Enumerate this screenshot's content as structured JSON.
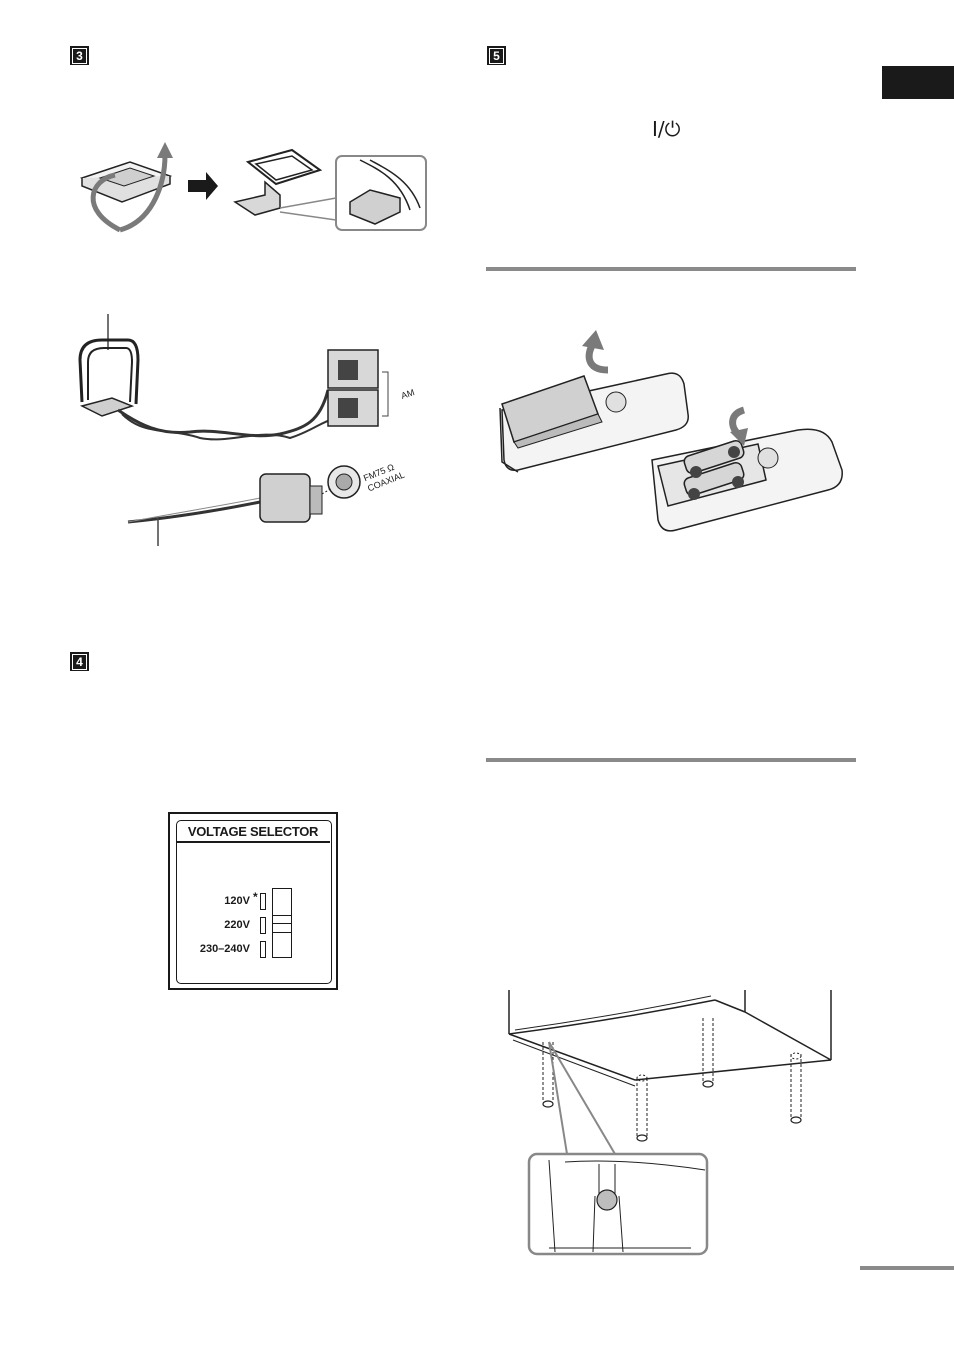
{
  "steps": {
    "step3": "3",
    "step4": "4",
    "step5": "5"
  },
  "power_button_symbol": "I/⏻",
  "antenna_diagram": {
    "am_label": "AM",
    "fm_label_line1": "FM75 Ω",
    "fm_label_line2": "COAXIAL"
  },
  "voltage_selector": {
    "title": "VOLTAGE SELECTOR",
    "options": [
      "120V",
      "220V",
      "230–240V"
    ],
    "asterisk": "*"
  },
  "colors": {
    "tab_black": "#1a1a1a",
    "rule_gray": "#8a8a8a",
    "arrow_gray": "#7a7a7a"
  }
}
